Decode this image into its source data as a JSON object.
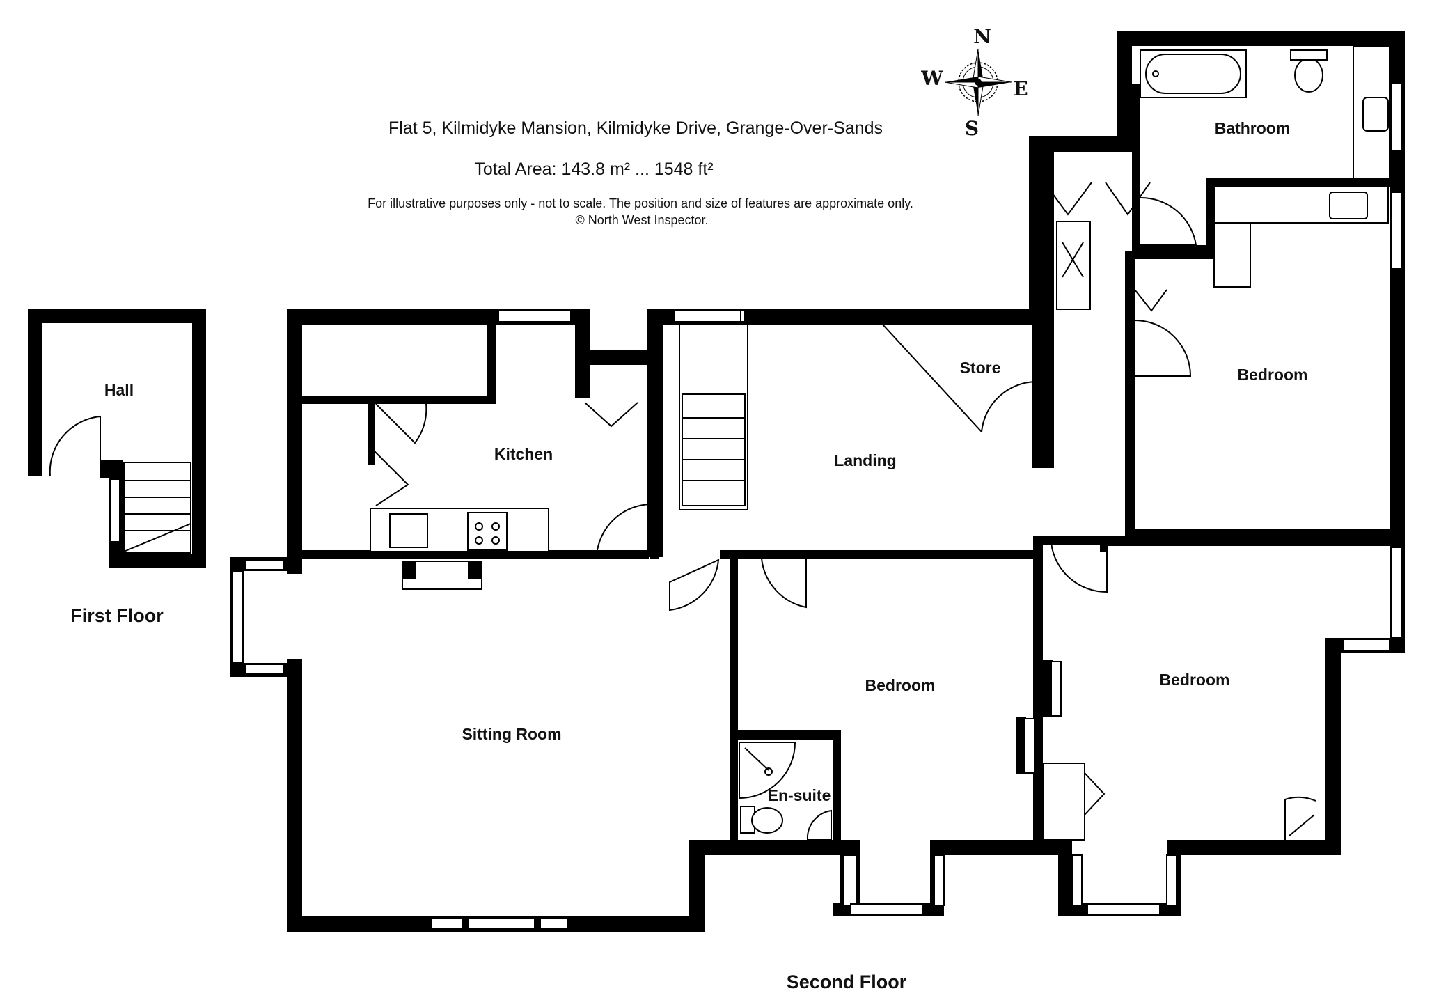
{
  "header": {
    "title": "Flat 5, Kilmidyke Mansion, Kilmidyke Drive, Grange-Over-Sands",
    "total_area": "Total Area: 143.8 m² ... 1548 ft²",
    "disclaimer": "For illustrative purposes only - not to scale. The position and size of features are approximate only.",
    "copyright": "© North West Inspector."
  },
  "compass": {
    "n": "N",
    "s": "S",
    "e": "E",
    "w": "W",
    "icon": "compass-rose-icon"
  },
  "floors": {
    "first": "First Floor",
    "second": "Second Floor"
  },
  "rooms": {
    "hall": "Hall",
    "kitchen": "Kitchen",
    "landing": "Landing",
    "store": "Store",
    "bathroom": "Bathroom",
    "bedroom_east": "Bedroom",
    "sitting_room": "Sitting Room",
    "bedroom_middle": "Bedroom",
    "bedroom_south_east": "Bedroom",
    "en_suite": "En-suite"
  }
}
